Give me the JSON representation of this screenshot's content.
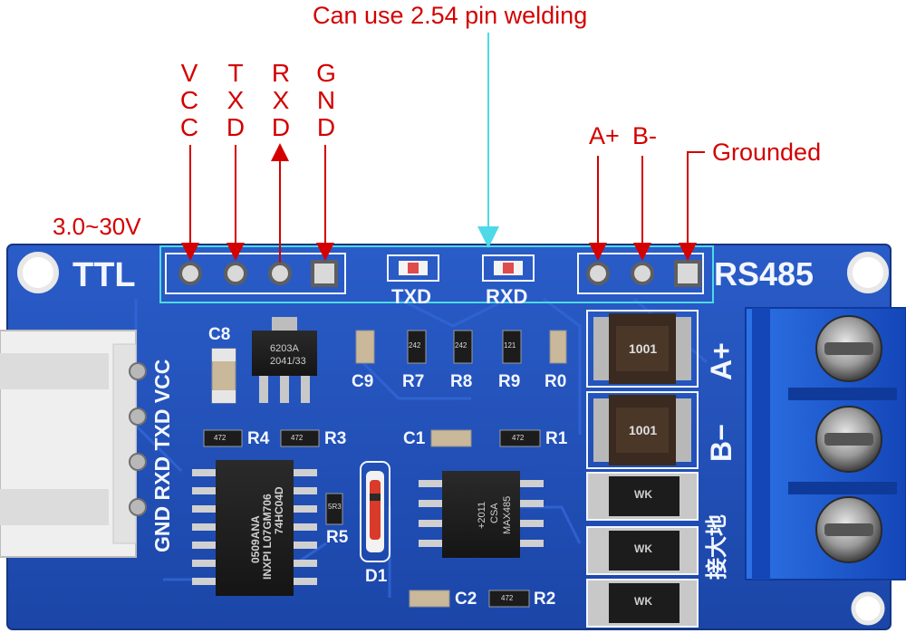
{
  "annotations": {
    "top_note": "Can use 2.54 pin welding",
    "voltage": "3.0~30V",
    "grounded": "Grounded",
    "a_plus": "A+",
    "b_minus": "B-",
    "ttl_pins": [
      {
        "chars": [
          "V",
          "C",
          "C"
        ]
      },
      {
        "chars": [
          "T",
          "X",
          "D"
        ]
      },
      {
        "chars": [
          "R",
          "X",
          "D"
        ]
      },
      {
        "chars": [
          "G",
          "N",
          "D"
        ]
      }
    ]
  },
  "board": {
    "ttl": "TTL",
    "rs485": "RS485",
    "txd_led": "TXD",
    "rxd_led": "RXD",
    "side_pins": "GND RXD TXD VCC",
    "a_plus": "A+",
    "b_minus": "B−",
    "ground_cn": "接大地"
  },
  "components": {
    "c8": "C8",
    "c9": "C9",
    "r7": "R7",
    "r8": "R8",
    "r9": "R9",
    "r0": "R0",
    "r4": "R4",
    "r3": "R3",
    "c1": "C1",
    "r1": "R1",
    "r5": "R5",
    "d1": "D1",
    "c2": "C2",
    "r2": "R2",
    "regulator_marking": [
      "6203A",
      "2041/33"
    ],
    "logic_chip_marking": [
      "74HC04D",
      "INXPI L07GM706",
      "0509ANA"
    ],
    "transceiver_marking": [
      "MAX485",
      "CSA",
      "+2011"
    ],
    "resistor_codes": {
      "r7": "242",
      "r8": "242",
      "r9": "121",
      "r4": "472",
      "r3": "472",
      "r1": "472",
      "r2": "472",
      "r5": "5R3"
    },
    "inductor_code": "1001",
    "tvs_code": "WK"
  },
  "colors": {
    "pcb": "#1f4fb8",
    "annotation": "#d40000",
    "guide": "#4dd9e8",
    "terminal": "#1a5fd6"
  }
}
